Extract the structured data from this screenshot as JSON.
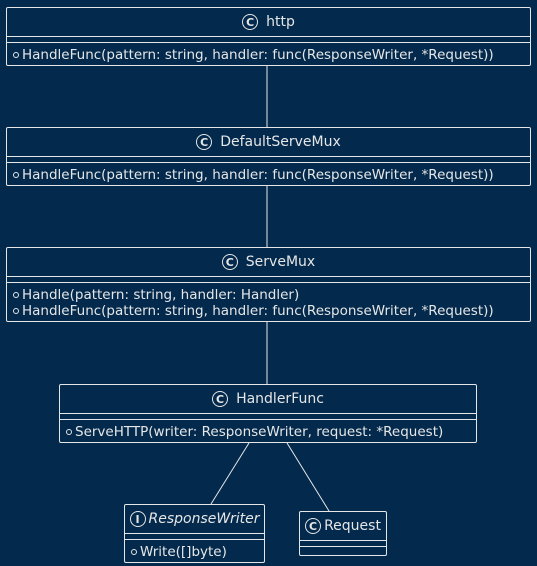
{
  "classes": {
    "http": {
      "stereotype": "C",
      "name": "http",
      "methods": [
        "HandleFunc(pattern: string, handler: func(ResponseWriter, *Request))"
      ]
    },
    "default_serve_mux": {
      "stereotype": "C",
      "name": "DefaultServeMux",
      "methods": [
        "HandleFunc(pattern: string, handler: func(ResponseWriter, *Request))"
      ]
    },
    "serve_mux": {
      "stereotype": "C",
      "name": "ServeMux",
      "methods": [
        "Handle(pattern: string, handler: Handler)",
        "HandleFunc(pattern: string, handler: func(ResponseWriter, *Request))"
      ]
    },
    "handler_func": {
      "stereotype": "C",
      "name": "HandlerFunc",
      "methods": [
        "ServeHTTP(writer: ResponseWriter, request: *Request)"
      ]
    },
    "response_writer": {
      "stereotype": "I",
      "name": "ResponseWriter",
      "methods": [
        "Write([]byte)"
      ]
    },
    "request": {
      "stereotype": "C",
      "name": "Request",
      "methods": []
    }
  },
  "colors": {
    "background": "#032a4d",
    "foreground": "#e6e6e6"
  }
}
